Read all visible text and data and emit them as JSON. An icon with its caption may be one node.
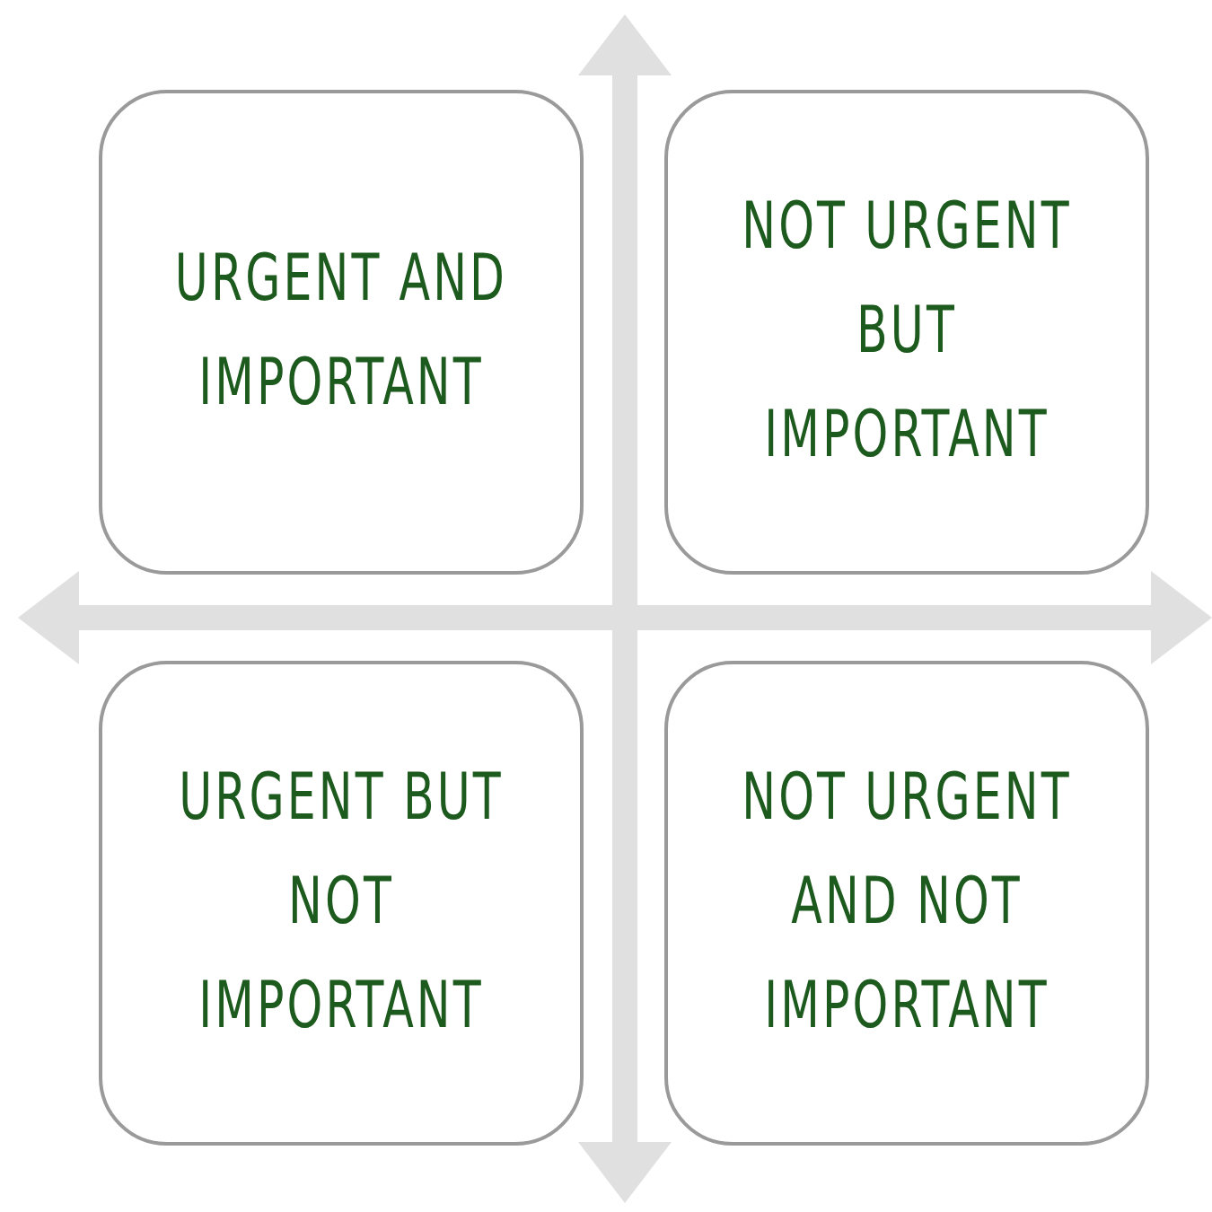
{
  "diagram": {
    "nodes": [
      {
        "text": [
          "URGENT AND IMPORTANT"
        ]
      },
      {
        "text": [
          "NOT URGENT BUT IMPORTANT"
        ]
      },
      {
        "text": [
          "URGENT BUT NOT IMPORTANT"
        ]
      },
      {
        "text": [
          "NOT URGENT AND NOT IMPORTANT"
        ]
      }
    ]
  }
}
